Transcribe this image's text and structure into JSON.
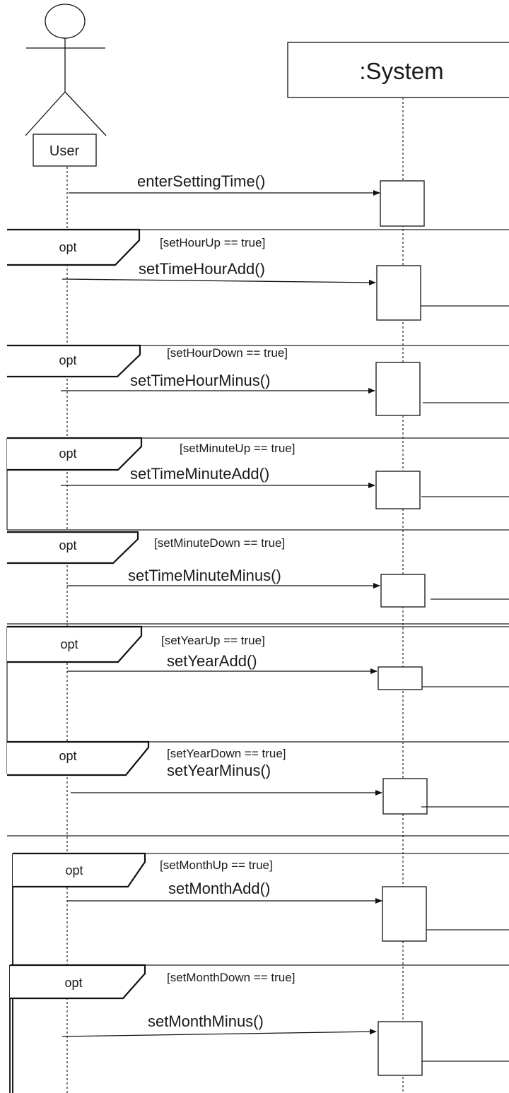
{
  "actor": {
    "label": "User"
  },
  "system": {
    "label": ":System"
  },
  "initial_message": {
    "label": "enterSettingTime()"
  },
  "fragments": [
    {
      "operator": "opt",
      "guard": "[setHourUp == true]",
      "message": "setTimeHourAdd()"
    },
    {
      "operator": "opt",
      "guard": "[setHourDown == true]",
      "message": "setTimeHourMinus()"
    },
    {
      "operator": "opt",
      "guard": "[setMinuteUp == true]",
      "message": "setTimeMinuteAdd()"
    },
    {
      "operator": "opt",
      "guard": "[setMinuteDown == true]",
      "message": "setTimeMinuteMinus()"
    },
    {
      "operator": "opt",
      "guard": "[setYearUp == true]",
      "message": "setYearAdd()"
    },
    {
      "operator": "opt",
      "guard": "[setYearDown == true]",
      "message": "setYearMinus()"
    },
    {
      "operator": "opt",
      "guard": "[setMonthUp == true]",
      "message": "setMonthAdd()"
    },
    {
      "operator": "opt",
      "guard": "[setMonthDown == true]",
      "message": "setMonthMinus()"
    }
  ]
}
